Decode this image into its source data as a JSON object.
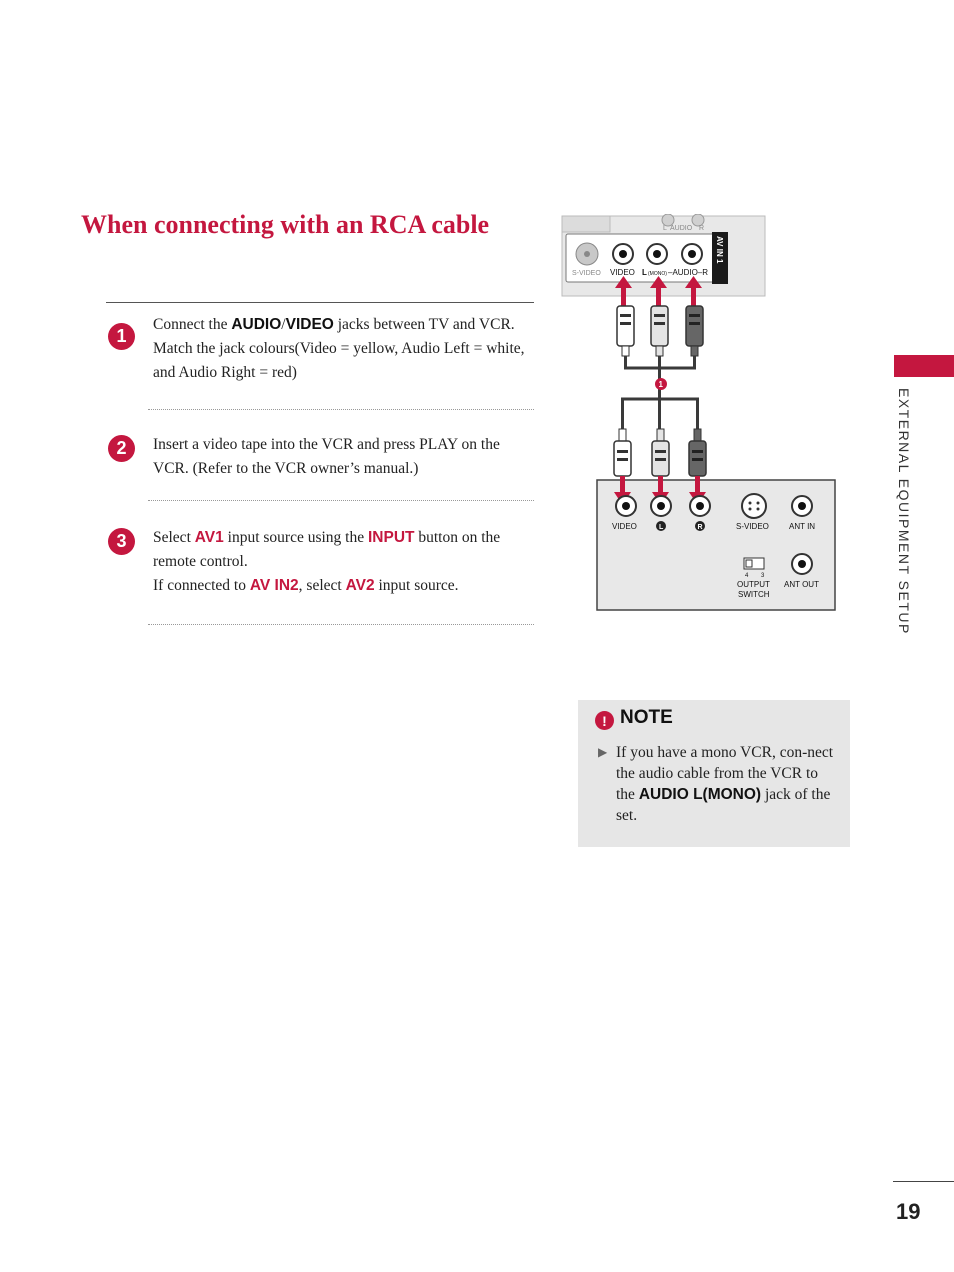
{
  "title": "When connecting with an RCA cable",
  "steps": [
    {
      "number": "1",
      "pre": "Connect the ",
      "kw1": "AUDIO",
      "sep": "/",
      "kw2": "VIDEO",
      "post": " jacks between TV and VCR. Match the jack colours(Video = yellow, Audio Left = white, and Audio Right = red)"
    },
    {
      "number": "2",
      "text": "Insert a video tape into the VCR and press PLAY on the VCR. (Refer to the VCR owner’s manual.)"
    },
    {
      "number": "3",
      "pre": "Select ",
      "kw1": "AV1",
      "mid": " input source using the ",
      "kw2": "INPUT",
      "post": " button on the remote control.",
      "line2_pre": "If connected to ",
      "kw3": "AV IN2",
      "line2_mid": ", select ",
      "kw4": "AV2",
      "line2_post": " input source."
    }
  ],
  "sidebar": {
    "section": "EXTERNAL EQUIPMENT SETUP"
  },
  "page_number": "19",
  "note": {
    "icon": "!",
    "title": "NOTE",
    "bullet": "▶",
    "pre": "If you have a mono VCR, con-nect the audio cable from the VCR to the ",
    "kw": "AUDIO L(MONO)",
    "post": " jack of the set."
  },
  "diagram": {
    "tv_top_labels": {
      "l": "L",
      "audio": "AUDIO",
      "r": "R"
    },
    "tv_panel": {
      "svideo": "S-VIDEO",
      "video": "VIDEO",
      "l": "L",
      "mono": "(MONO)",
      "audio": "–AUDIO–R",
      "av_in": "AV IN 1"
    },
    "cable_marker": "1",
    "vcr_panel": {
      "video": "VIDEO",
      "l": "L",
      "r": "R",
      "svideo": "S-VIDEO",
      "ant_in": "ANT IN",
      "switch_left": "4",
      "switch_right": "3",
      "output": "OUTPUT",
      "switch": "SWITCH",
      "ant_out": "ANT OUT"
    },
    "colors": {
      "accent": "#c4173f",
      "panel_grey": "#e8e8e8",
      "cable": "#3a3a3a"
    }
  }
}
